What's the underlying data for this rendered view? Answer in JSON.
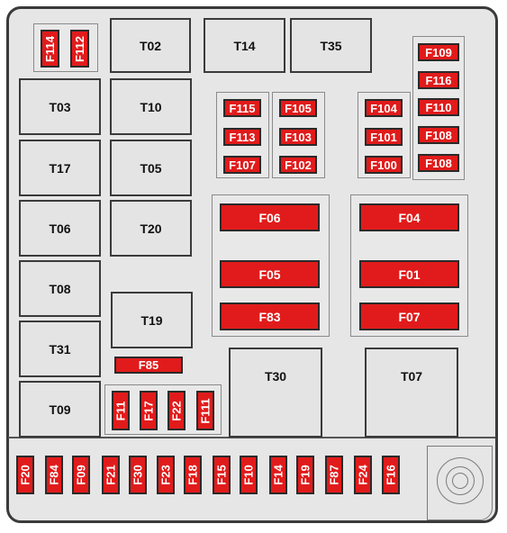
{
  "relays": {
    "T02": "T02",
    "T14": "T14",
    "T35": "T35",
    "T03": "T03",
    "T10": "T10",
    "T17": "T17",
    "T05": "T05",
    "T06": "T06",
    "T20": "T20",
    "T08": "T08",
    "T19": "T19",
    "T31": "T31",
    "T09": "T09",
    "T30": "T30",
    "T07": "T07"
  },
  "fuses": {
    "F114": "F114",
    "F112": "F112",
    "F109": "F109",
    "F116": "F116",
    "F110": "F110",
    "F108a": "F108",
    "F108b": "F108",
    "F115": "F115",
    "F113": "F113",
    "F107": "F107",
    "F105": "F105",
    "F103": "F103",
    "F102": "F102",
    "F104": "F104",
    "F101": "F101",
    "F100": "F100",
    "F06": "F06",
    "F05": "F05",
    "F83": "F83",
    "F04": "F04",
    "F01": "F01",
    "F07": "F07",
    "F85": "F85",
    "F11": "F11",
    "F17": "F17",
    "F22": "F22",
    "F111": "F111"
  },
  "bottom_fuses": [
    "F20",
    "F84",
    "F09",
    "F21",
    "F30",
    "F23",
    "F18",
    "F15",
    "F10",
    "F14",
    "F19",
    "F87",
    "F24",
    "F16"
  ],
  "colors": {
    "fuse": "#e11b1b",
    "relay": "#e4e4e4",
    "outline": "#3a3a3a"
  }
}
